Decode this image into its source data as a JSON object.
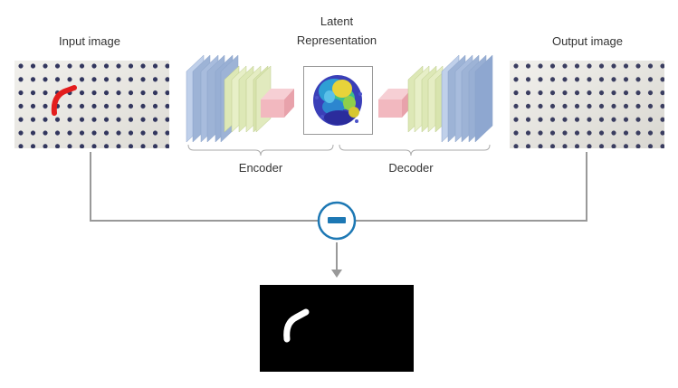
{
  "labels": {
    "input_image": "Input image",
    "latent_line1": "Latent",
    "latent_line2": "Representation",
    "output_image": "Output image",
    "encoder": "Encoder",
    "decoder": "Decoder"
  },
  "operator": {
    "symbol": "minus",
    "icon": "minus-circle-icon"
  },
  "colors": {
    "layer_blue": "#9db3d6",
    "layer_yellow": "#dde8b6",
    "layer_pink": "#f2b8bf",
    "operator_blue": "#1d78b4",
    "connector_gray": "#999999",
    "anomaly_red": "#e31d1d",
    "dot_color": "#32365e"
  }
}
